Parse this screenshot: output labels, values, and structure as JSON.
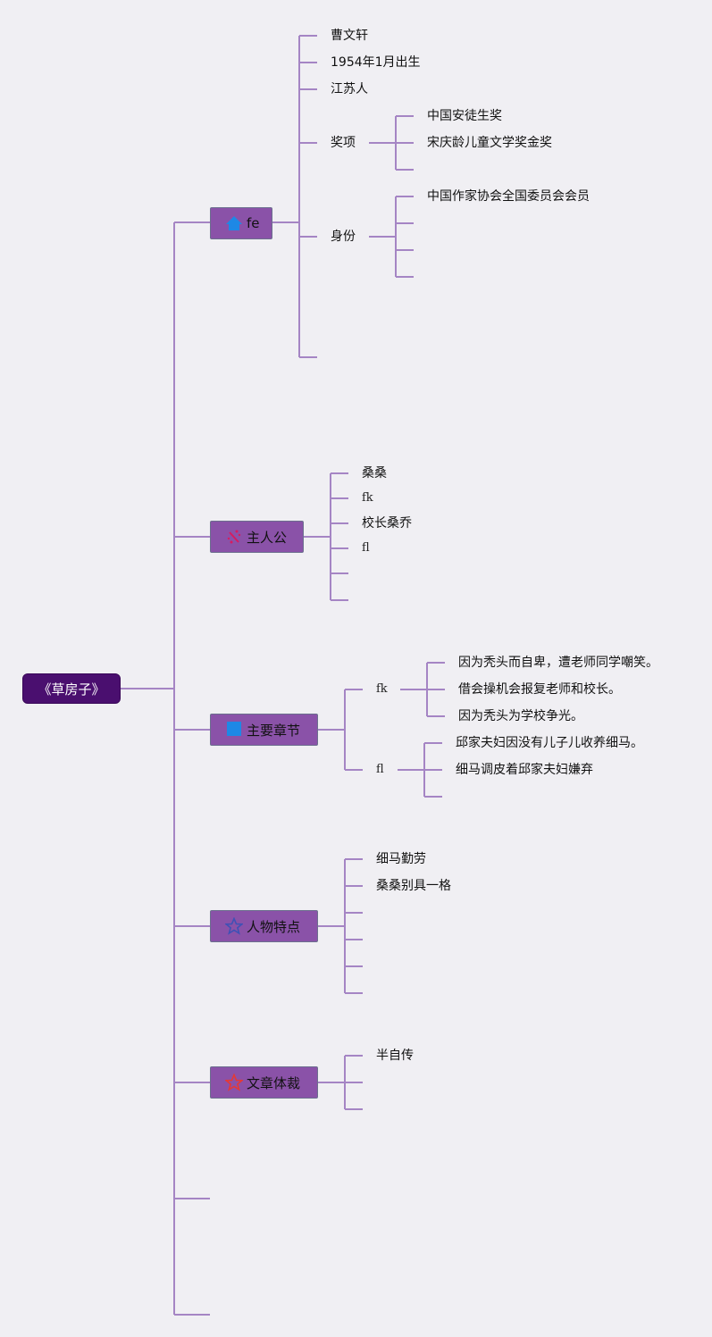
{
  "root": {
    "label": "《草房子》"
  },
  "branches": {
    "author": {
      "label": "fe",
      "icon": "home-icon",
      "children": {
        "name": "曹文轩",
        "birth": "1954年1月出生",
        "origin": "江苏人",
        "awards": {
          "label": "奖项",
          "items": [
            "中国安徒生奖",
            "宋庆龄儿童文学奖金奖"
          ]
        },
        "identity": {
          "label": "身份",
          "items": [
            "中国作家协会全国委员会会员"
          ]
        }
      }
    },
    "protagonist": {
      "label": "主人公",
      "icon": "sparkle-icon",
      "items": [
        "桑桑",
        "fk",
        "校长桑乔",
        "fl"
      ]
    },
    "chapters": {
      "label": "主要章节",
      "icon": "square-icon",
      "groups": [
        {
          "label": "fk",
          "items": [
            "因为秃头而自卑，遭老师同学嘲笑。",
            "借会操机会报复老师和校长。",
            "因为秃头为学校争光。"
          ]
        },
        {
          "label": "fl",
          "items": [
            "邱家夫妇因没有儿子儿收养细马。",
            "细马调皮着邱家夫妇嫌弃"
          ]
        }
      ]
    },
    "traits": {
      "label": "人物特点",
      "icon": "star-outline-blue-icon",
      "items": [
        "细马勤劳",
        "桑桑别具一格"
      ]
    },
    "genre": {
      "label": "文章体裁",
      "icon": "star-outline-red-icon",
      "items": [
        "半自传"
      ]
    }
  },
  "colors": {
    "background": "#f0eff3",
    "connector": "#a585c4",
    "root_fill": "#4a0f6f",
    "branch_fill": "#8a52a8"
  }
}
